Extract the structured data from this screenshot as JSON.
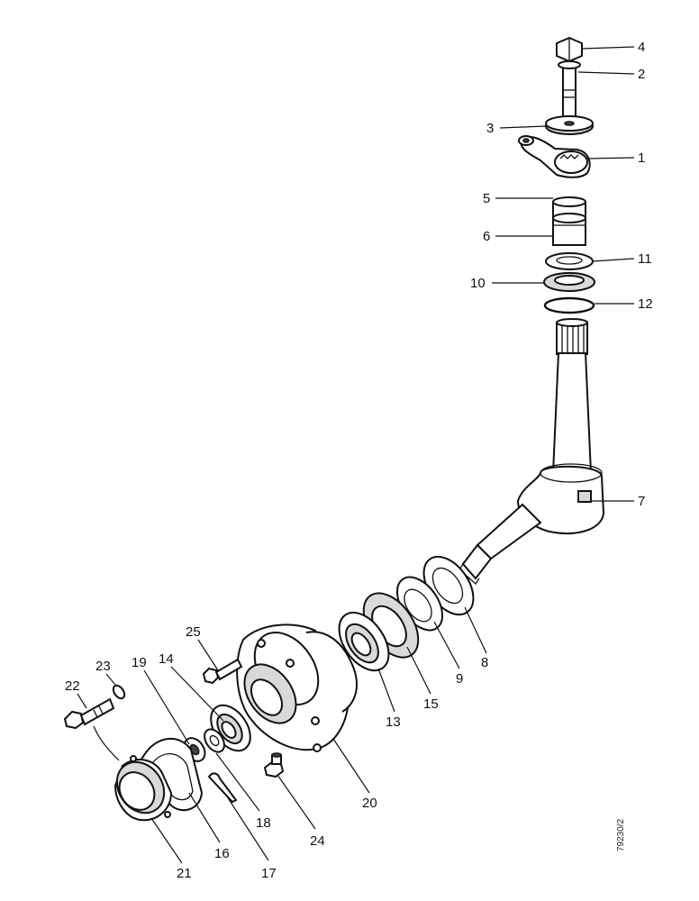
{
  "callouts": {
    "c1": "1",
    "c2": "2",
    "c3": "3",
    "c4": "4",
    "c5": "5",
    "c6": "6",
    "c7": "7",
    "c8": "8",
    "c9": "9",
    "c10": "10",
    "c11": "11",
    "c12": "12",
    "c13": "13",
    "c14": "14",
    "c15": "15",
    "c16": "16",
    "c17": "17",
    "c18": "18",
    "c19": "19",
    "c20": "20",
    "c21": "21",
    "c22": "22",
    "c23": "23",
    "c24": "24",
    "c25": "25"
  },
  "reference_code": "79230/2"
}
